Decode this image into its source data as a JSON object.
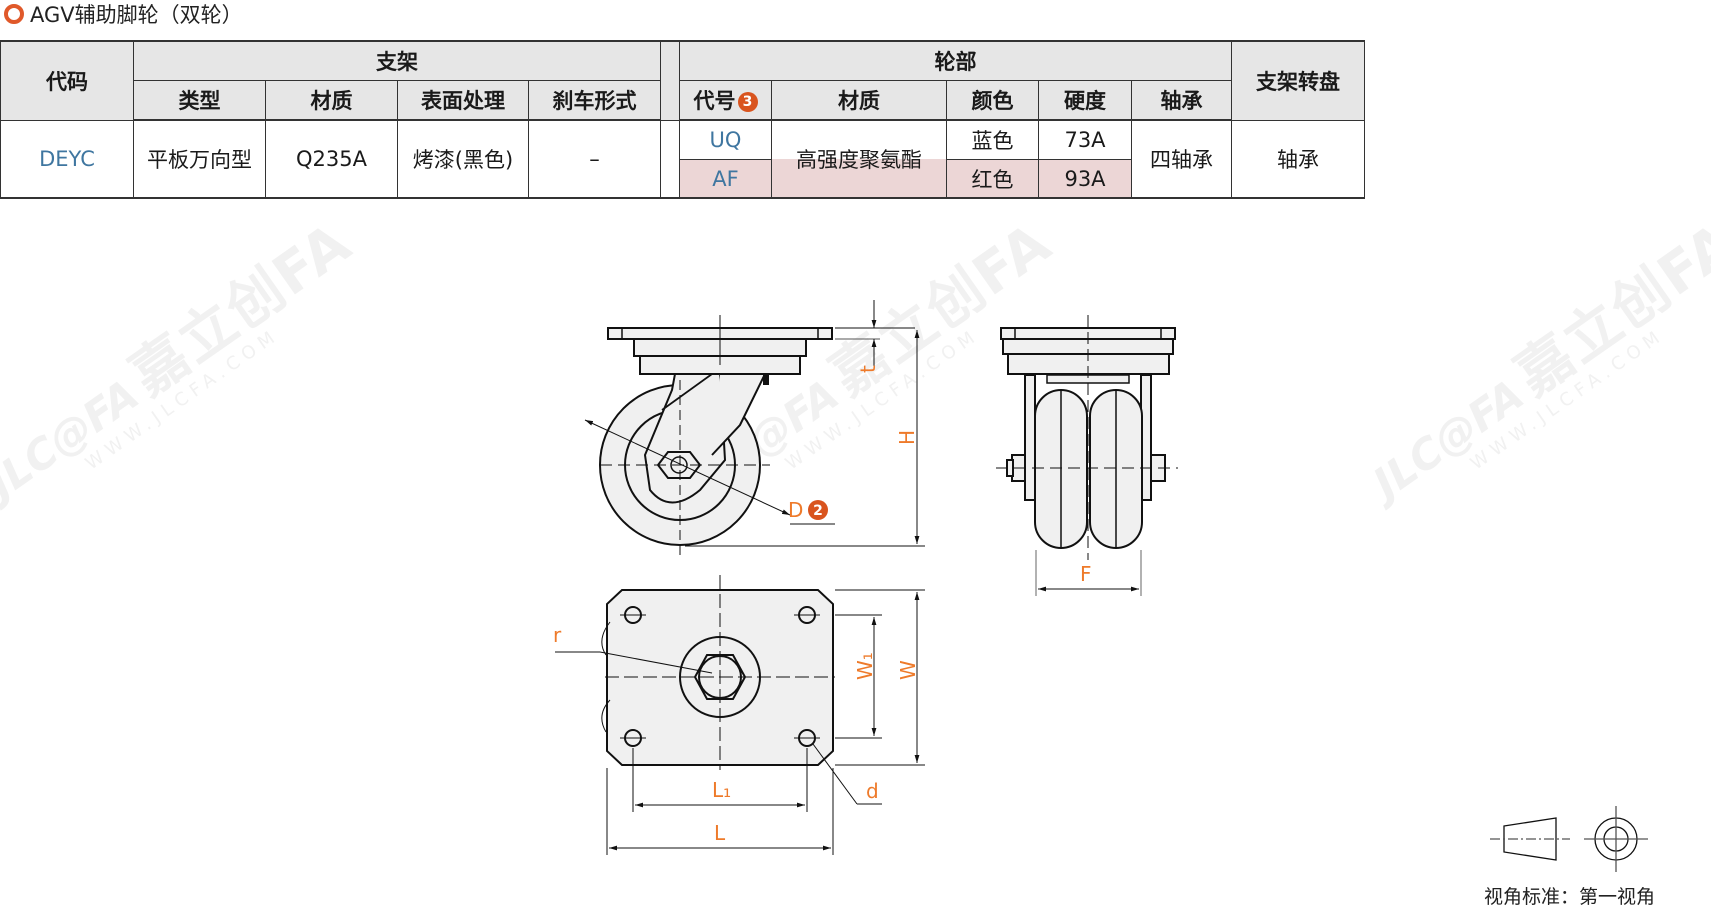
{
  "title": "AGV辅助脚轮（双轮）",
  "title_icon": "ring-icon",
  "accent_color": "#e0592a",
  "code_color": "#3f76a0",
  "highlight_row_color": "#ecd6d6",
  "table": {
    "header": {
      "code": "代码",
      "bracket_group": "支架",
      "bracket_cols": [
        "类型",
        "材质",
        "表面处理",
        "刹车形式"
      ],
      "wheel_group": "轮部",
      "wheel_cols": [
        "代号",
        "材质",
        "颜色",
        "硬度",
        "轴承"
      ],
      "wheel_code_note": "3",
      "turntable": "支架转盘"
    },
    "rows": {
      "code": "DEYC",
      "bracket_type": "平板万向型",
      "bracket_material": "Q235A",
      "surface": "烤漆(黑色)",
      "brake": "–",
      "wheel_material": "高强度聚氨酯",
      "bearing": "四轴承",
      "turntable": "轴承",
      "variants": [
        {
          "code": "UQ",
          "color": "蓝色",
          "hardness": "73A"
        },
        {
          "code": "AF",
          "color": "红色",
          "hardness": "93A"
        }
      ]
    }
  },
  "drawing": {
    "labels": {
      "t": "t",
      "H": "H",
      "D": "D",
      "D_note": "2",
      "F": "F",
      "r": "r",
      "W1": "W₁",
      "W": "W",
      "L1": "L₁",
      "L": "L",
      "d": "d"
    }
  },
  "watermark": {
    "logo": "JLC@FA",
    "brand": "嘉立创FA",
    "url": "WWW.JLCFA.COM"
  },
  "projection": {
    "caption": "视角标准：第一视角"
  }
}
